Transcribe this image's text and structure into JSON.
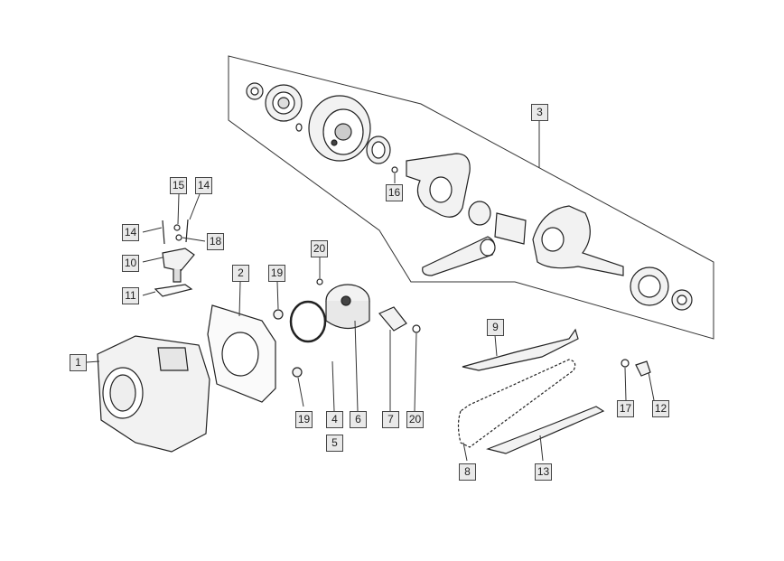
{
  "diagram": {
    "callouts": [
      "1",
      "2",
      "3",
      "4",
      "5",
      "6",
      "7",
      "8",
      "9",
      "10",
      "11",
      "12",
      "13",
      "14",
      "14",
      "15",
      "16",
      "17",
      "18",
      "19",
      "19",
      "20",
      "20"
    ]
  }
}
